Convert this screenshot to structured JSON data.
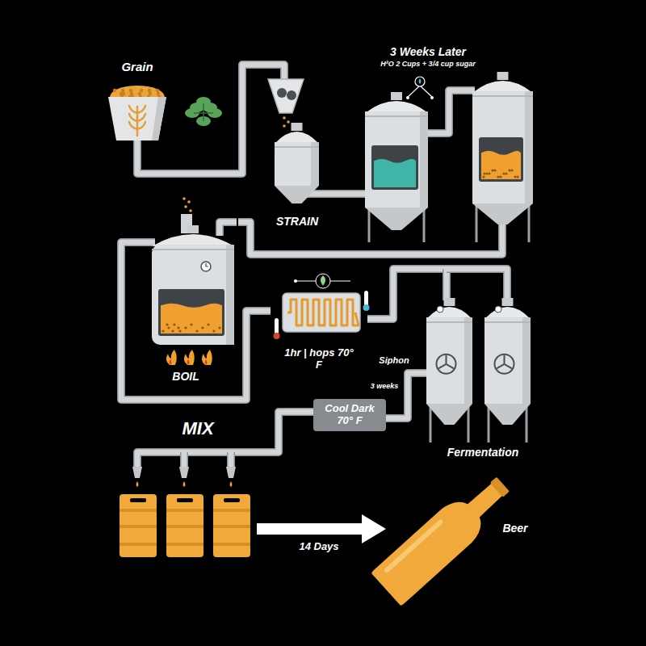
{
  "diagram": {
    "nodes": [
      {
        "text": [
          "Grain"
        ]
      },
      {
        "text": [
          "STRAIN"
        ]
      },
      {
        "text": [
          "3 Weeks Later",
          "H²O 2 Cups + 3/4 cup sugar"
        ]
      },
      {
        "text": [
          "BOIL"
        ]
      },
      {
        "text": [
          "1hr | hops 70° F"
        ]
      },
      {
        "text": [
          "Fermentation"
        ]
      },
      {
        "text": [
          "Cool Dark 70° F"
        ]
      },
      {
        "text": [
          "MIX"
        ]
      },
      {
        "text": [
          "Beer"
        ]
      }
    ],
    "edges": [
      {
        "from": 0,
        "to": 1,
        "arrow": "none"
      },
      {
        "from": 1,
        "to": 2,
        "arrow": "none"
      },
      {
        "from": 2,
        "to": 3,
        "arrow": "none"
      },
      {
        "from": 3,
        "to": 4,
        "arrow": "none"
      },
      {
        "from": 4,
        "to": 5,
        "arrow": "none"
      },
      {
        "from": 5,
        "to": 6,
        "label": "Siphon",
        "arrow": "none"
      },
      {
        "from": 6,
        "to": 7,
        "arrow": "none"
      },
      {
        "from": 7,
        "to": 8,
        "label": "14 Days",
        "arrow": "to"
      }
    ],
    "labels": [
      "3 weeks"
    ]
  }
}
